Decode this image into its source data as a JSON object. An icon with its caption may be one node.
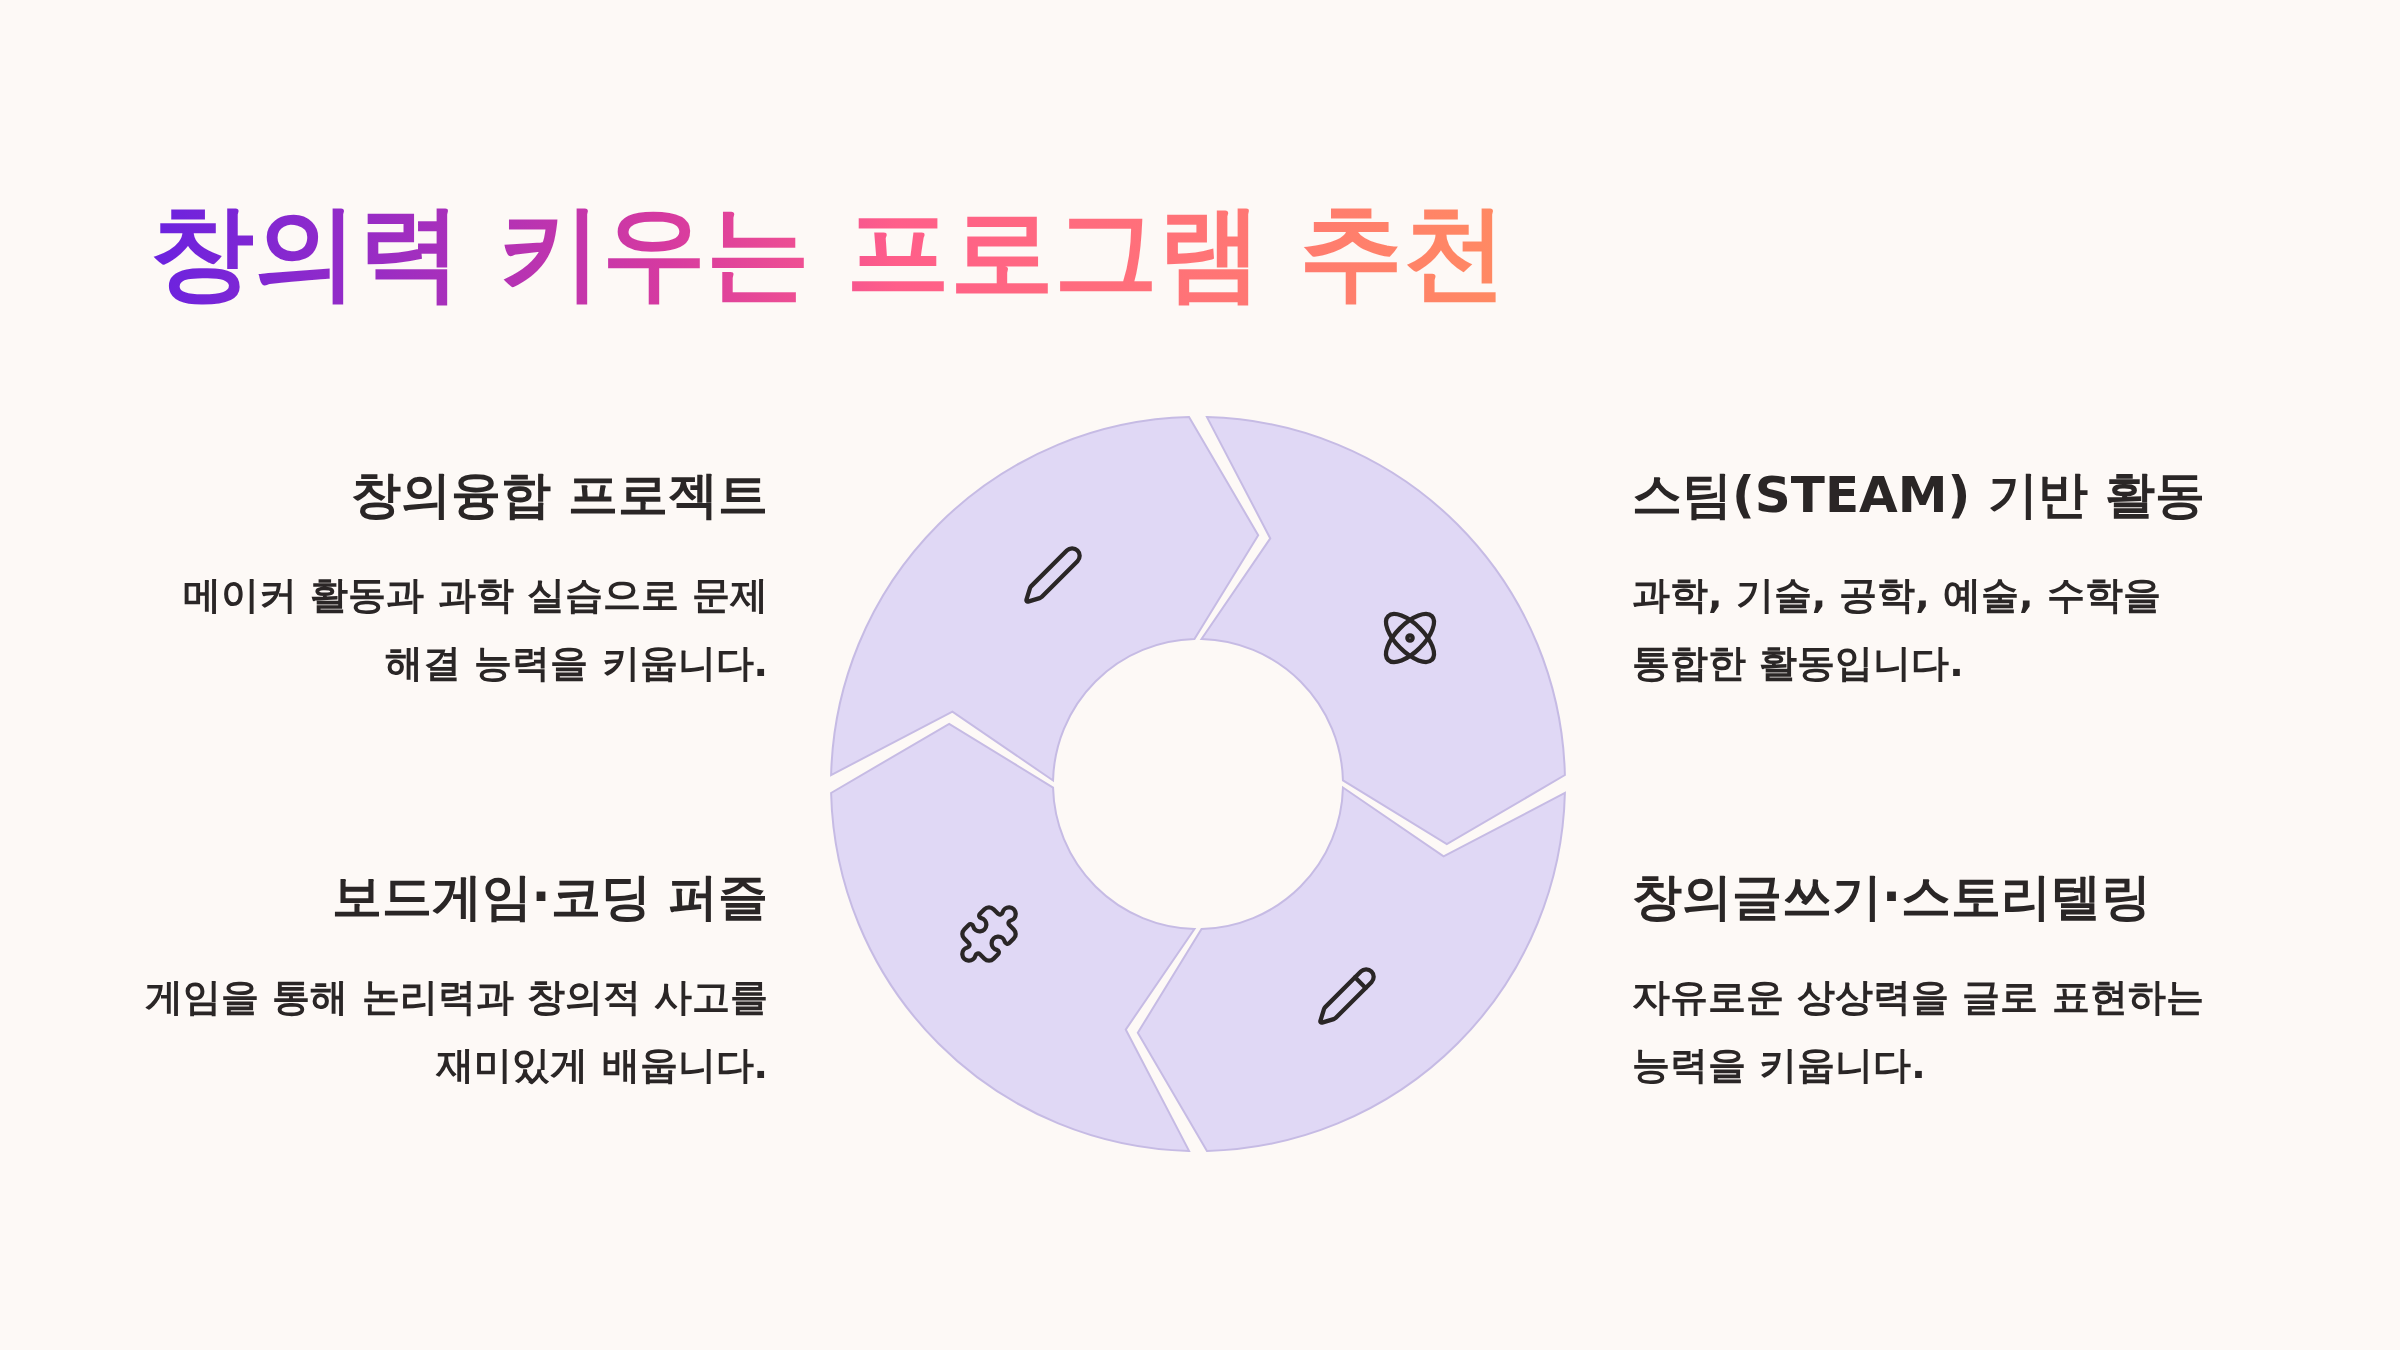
{
  "diagram": {
    "title": "창의력 키우는 프로그램 추천",
    "labels": [
      "창의융합 프로젝트",
      "메이커 활동과 과학 실습으로 문제 해결 능력을 키웁니다.",
      "스팀(STEAM) 기반 활동",
      "과학, 기술, 공학, 예술, 수학을 통합한 활동입니다.",
      "보드게임·코딩 퍼즐",
      "게임을 통해 논리력과 창의적 사고를 재미있게 배웁니다.",
      "창의글쓰기·스토리텔링",
      "자유로운 상상력을 글로 표현하는 능력을 키웁니다."
    ]
  }
}
